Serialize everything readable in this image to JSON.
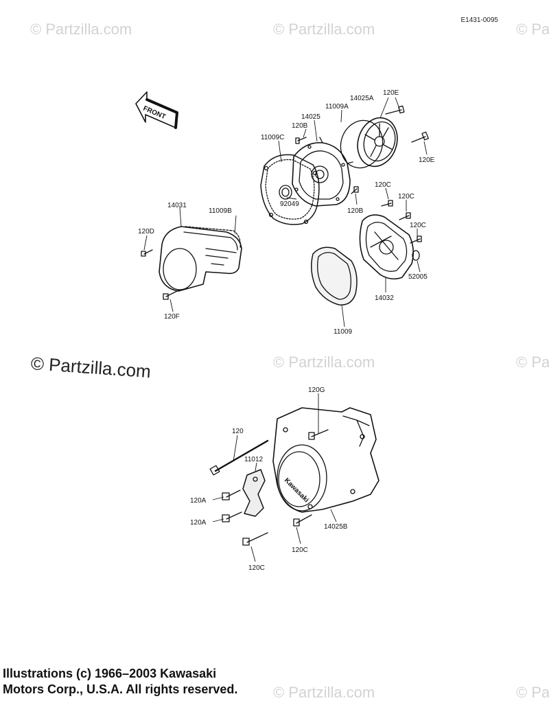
{
  "diagram_code": "E1431-0095",
  "watermark": "© Partzilla.com",
  "front_label": "FRONT",
  "brand_mark": "Kawasaki",
  "copyright_line1": "Illustrations (c) 1966–2003 Kawasaki",
  "copyright_line2": "Motors Corp., U.S.A.  All rights reserved.",
  "part_labels": {
    "p14025A": "14025A",
    "p120E_top": "120E",
    "p11009A": "11009A",
    "p14025": "14025",
    "p120B_top": "120B",
    "p11009C": "11009C",
    "p120E_right": "120E",
    "p92049": "92049",
    "p120B_mid": "120B",
    "p120C_a": "120C",
    "p120C_b": "120C",
    "p120C_c": "120C",
    "p52005": "52005",
    "p14032": "14032",
    "p11009": "11009",
    "p14031": "14031",
    "p11009B": "11009B",
    "p120D": "120D",
    "p120F": "120F",
    "p120G": "120G",
    "p120": "120",
    "p11012": "11012",
    "p120A_1": "120A",
    "p120A_2": "120A",
    "p14025B": "14025B",
    "p120C_lower1": "120C",
    "p120C_lower2": "120C"
  }
}
